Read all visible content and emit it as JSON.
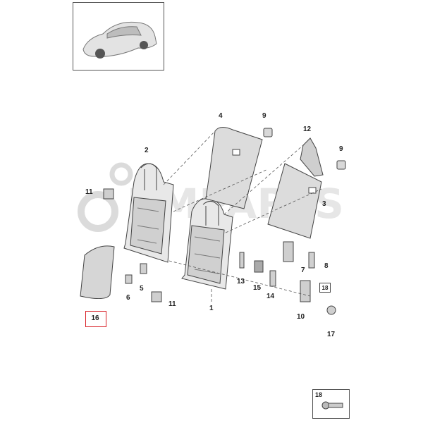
{
  "watermark": "RMPARTS",
  "thumbnail": {
    "icon": "car-thumbnail-icon"
  },
  "highlighted_part": "16",
  "inset": {
    "label": "18"
  },
  "callout_18": "18",
  "labels": {
    "l1": "1",
    "l2": "2",
    "l3": "3",
    "l4": "4",
    "l5": "5",
    "l6": "6",
    "l7": "7",
    "l8": "8",
    "l9a": "9",
    "l9b": "9",
    "l10": "10",
    "l11a": "11",
    "l11b": "11",
    "l12": "12",
    "l13": "13",
    "l14": "14",
    "l15": "15",
    "l17": "17"
  },
  "colors": {
    "highlight": "#d81f26",
    "part_fill": "#dcdcdc",
    "part_stroke": "#444"
  }
}
